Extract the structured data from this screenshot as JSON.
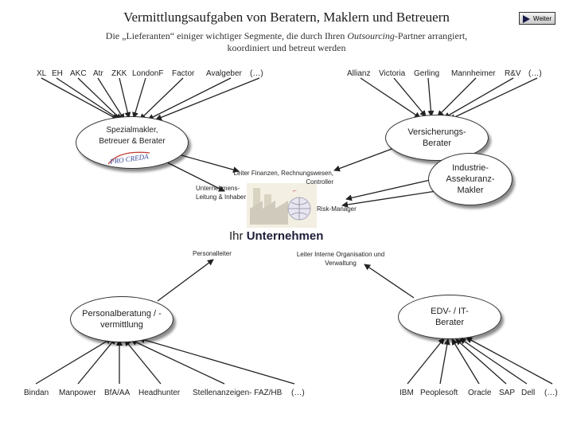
{
  "header": {
    "title": "Vermittlungsaufgaben von Beratern, Maklern und Betreuern",
    "subtitle_part1": "Die „Lieferanten“ einiger wichtiger Segmente, die durch Ihren ",
    "subtitle_italic": "Outsourcing",
    "subtitle_part2": "-Partner arrangiert, koordiniert und betreut werden",
    "next_button": "Weiter"
  },
  "top_left_labels": [
    "XL",
    "EH",
    "AKC",
    "Atr",
    "ZKK",
    "LondonF",
    "Factor",
    "Avalgeber",
    "(…)"
  ],
  "top_right_labels": [
    "Allianz",
    "Victoria",
    "Gerling",
    "Mannheimer",
    "R&V",
    "(…)"
  ],
  "bottom_left_labels": [
    "Bindan",
    "Manpower",
    "BfA/AA",
    "Headhunter",
    "Stellenanzeigen- FAZ/HB",
    "(…)"
  ],
  "bottom_right_labels": [
    "IBM",
    "Peoplesoft",
    "Oracle",
    "SAP",
    "Dell",
    "(…)"
  ],
  "nodes": {
    "spezialmakler": "Spezialmakler, Betreuer & Berater",
    "versicherungsberater": "Versicherungs- Berater",
    "industrie": "Industrie- Assekuranz- Makler",
    "personalberatung": "Personalberatung / -vermittlung",
    "edv": "EDV- / IT- Berater"
  },
  "roles": {
    "finanzen": "Leiter Finanzen, Rechnungswesen, Controller",
    "leitung": "Unternehmens- Leitung & Inhaber",
    "risk": "Risk-Manager",
    "personal": "Personalleiter",
    "organisation": "Leiter Interne Organisation und Verwaltung"
  },
  "company": {
    "prefix": "Ihr",
    "name": "Unternehmen"
  },
  "logo_text": "PRO CREDA",
  "colors": {
    "line": "#222222",
    "company_name": "#1d1d3a",
    "logo_blue": "#3a4a9a",
    "logo_red": "#c0392b"
  }
}
